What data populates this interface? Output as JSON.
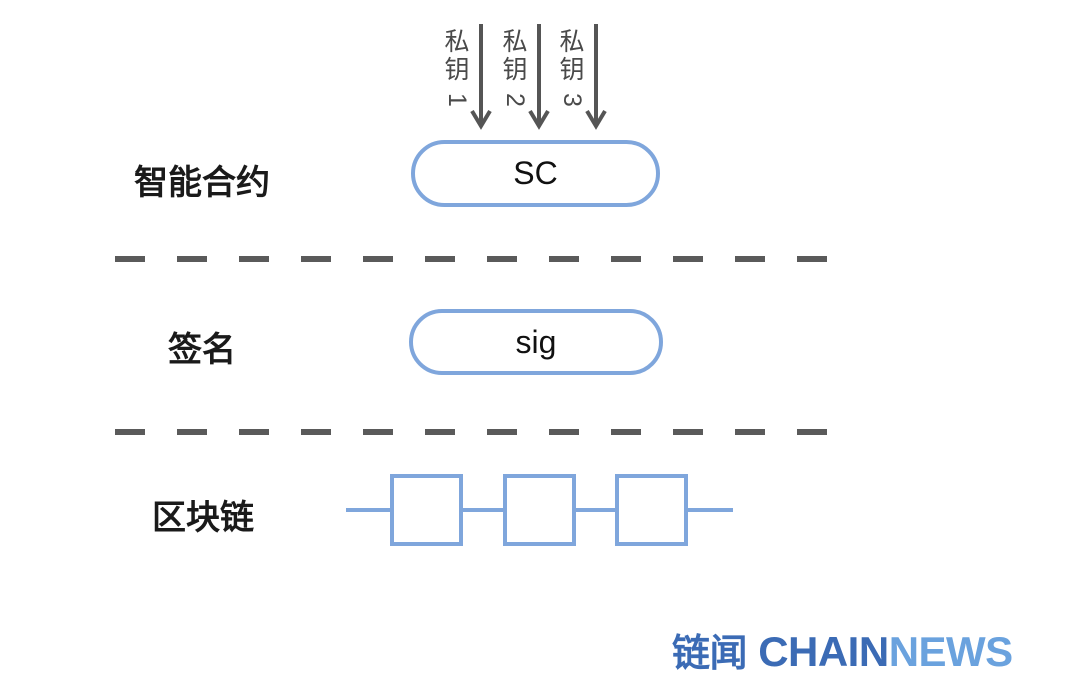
{
  "colors": {
    "accent_blue": "#7fa6dc",
    "arrow_gray": "#555555",
    "dash_gray": "#5a5a5a",
    "brand_dark_blue": "#3b6bb5",
    "brand_light_blue": "#6aa2de"
  },
  "labels": {
    "smart_contract": "智能合约",
    "signature": "签名",
    "blockchain": "区块链"
  },
  "pills": {
    "sc": "SC",
    "sig": "sig"
  },
  "keys": [
    {
      "text": "私钥",
      "num": "1"
    },
    {
      "text": "私钥",
      "num": "2"
    },
    {
      "text": "私钥",
      "num": "3"
    }
  ],
  "blockchain": {
    "block_count": 3
  },
  "brand": {
    "cn": "链闻",
    "chain": "CHAIN",
    "news": "NEWS"
  }
}
